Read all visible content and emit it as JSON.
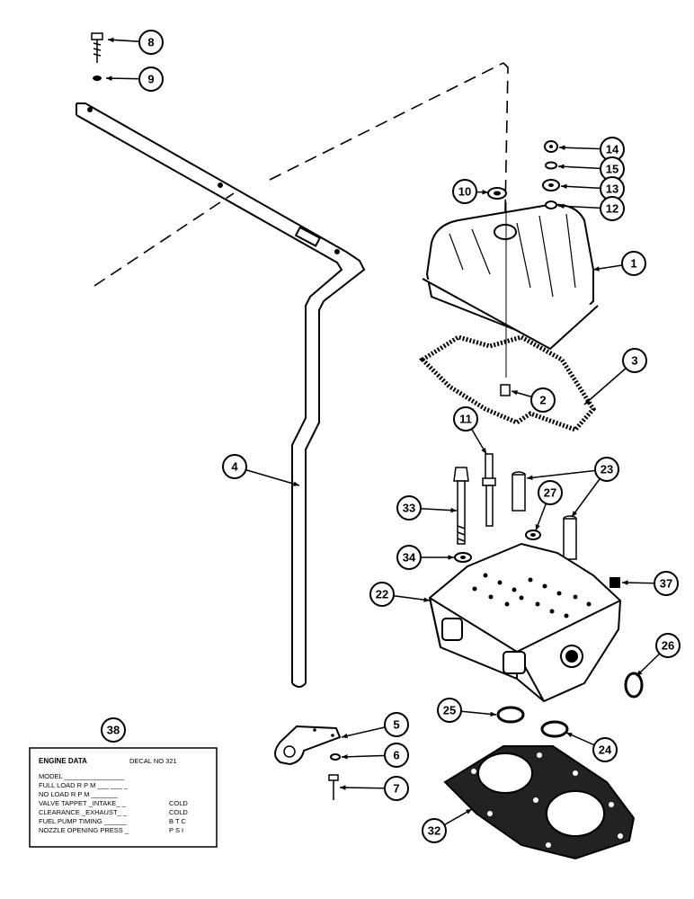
{
  "callouts": [
    {
      "id": "8",
      "label": "8"
    },
    {
      "id": "9",
      "label": "9"
    },
    {
      "id": "10",
      "label": "10"
    },
    {
      "id": "14",
      "label": "14"
    },
    {
      "id": "15",
      "label": "15"
    },
    {
      "id": "13",
      "label": "13"
    },
    {
      "id": "12",
      "label": "12"
    },
    {
      "id": "1",
      "label": "1"
    },
    {
      "id": "3",
      "label": "3"
    },
    {
      "id": "2",
      "label": "2"
    },
    {
      "id": "11",
      "label": "11"
    },
    {
      "id": "23",
      "label": "23"
    },
    {
      "id": "4",
      "label": "4"
    },
    {
      "id": "33",
      "label": "33"
    },
    {
      "id": "27",
      "label": "27"
    },
    {
      "id": "34",
      "label": "34"
    },
    {
      "id": "37",
      "label": "37"
    },
    {
      "id": "22",
      "label": "22"
    },
    {
      "id": "26",
      "label": "26"
    },
    {
      "id": "25",
      "label": "25"
    },
    {
      "id": "24",
      "label": "24"
    },
    {
      "id": "38",
      "label": "38"
    },
    {
      "id": "5",
      "label": "5"
    },
    {
      "id": "6",
      "label": "6"
    },
    {
      "id": "7",
      "label": "7"
    },
    {
      "id": "32",
      "label": "32"
    }
  ],
  "decal": {
    "title": "ENGINE DATA",
    "decal_no": "DECAL NO   321",
    "rows": [
      {
        "left": "MODEL ________________",
        "right": ""
      },
      {
        "left": "FULL LOAD R P M ___ ___ _",
        "right": ""
      },
      {
        "left": "NO LOAD R P M _______",
        "right": ""
      },
      {
        "left": "VALVE TAPPET _INTAKE_ _",
        "right": "COLD"
      },
      {
        "left": "CLEARANCE _EXHAUST_ _",
        "right": "COLD"
      },
      {
        "left": "FUEL PUMP TIMING ______",
        "right": "B T C"
      },
      {
        "left": "NOZZLE OPENING PRESS _",
        "right": "P S I"
      }
    ]
  },
  "colors": {
    "ink": "#000000",
    "paper": "#ffffff"
  }
}
